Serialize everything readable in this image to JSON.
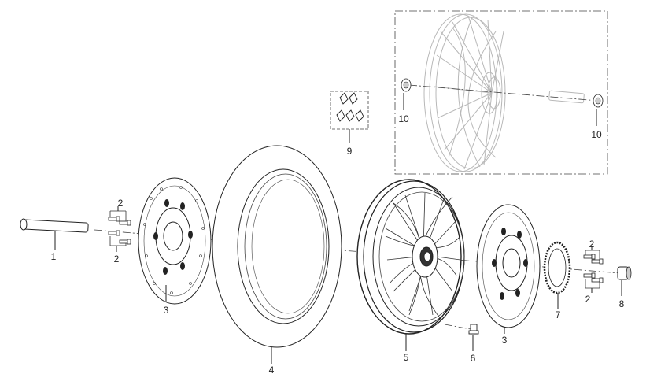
{
  "diagram": {
    "callouts": [
      {
        "id": "c1",
        "text": "1"
      },
      {
        "id": "c2a",
        "text": "2"
      },
      {
        "id": "c2b",
        "text": "2"
      },
      {
        "id": "c2c",
        "text": "2"
      },
      {
        "id": "c2d",
        "text": "2"
      },
      {
        "id": "c3a",
        "text": "3"
      },
      {
        "id": "c3b",
        "text": "3"
      },
      {
        "id": "c4",
        "text": "4"
      },
      {
        "id": "c5",
        "text": "5"
      },
      {
        "id": "c6",
        "text": "6"
      },
      {
        "id": "c7",
        "text": "7"
      },
      {
        "id": "c8",
        "text": "8"
      },
      {
        "id": "c9",
        "text": "9"
      },
      {
        "id": "c10a",
        "text": "10"
      },
      {
        "id": "c10b",
        "text": "10"
      }
    ],
    "colors": {
      "line": "#222222",
      "ghost": "#b8b8b8",
      "background": "#ffffff"
    }
  }
}
